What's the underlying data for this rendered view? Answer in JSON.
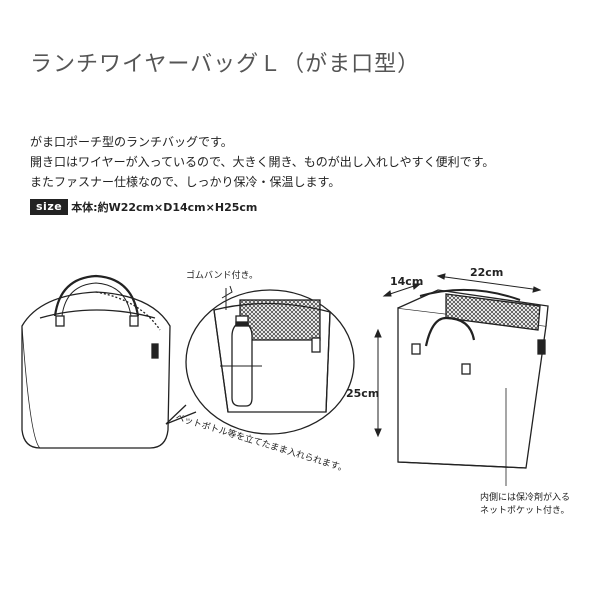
{
  "title": "ランチワイヤーバッグＬ（がま口型）",
  "description": [
    "がま口ポーチ型のランチバッグです。",
    "開き口はワイヤーが入っているので、大きく開き、ものが出し入れしやすく便利です。",
    "またファスナー仕様なので、しっかり保冷・保温します。"
  ],
  "size": {
    "badge": "size",
    "text": "本体:約W22cm×D14cm×H25cm"
  },
  "callouts": {
    "rubber_band": "ゴムバンド付き。",
    "bottle": "ペットボトル等を立てたまま入れられます。",
    "inner_pocket_line1": "内側には保冷剤が入る",
    "inner_pocket_line2": "ネットポケット付き。"
  },
  "dimensions": {
    "depth": "14cm",
    "width": "22cm",
    "height": "25cm"
  }
}
